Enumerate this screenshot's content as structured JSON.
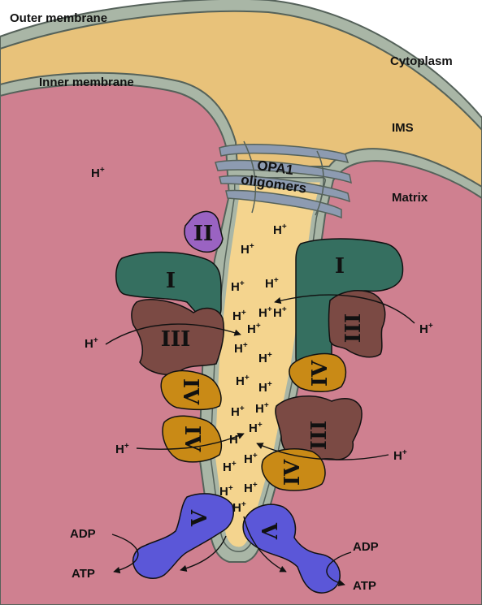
{
  "labels": {
    "outer_membrane": "Outer membrane",
    "inner_membrane": "Inner membrane",
    "cytoplasm": "Cytoplasm",
    "ims": "IMS",
    "matrix": "Matrix",
    "opa1_line1": "OPA1",
    "opa1_line2": "oligomers",
    "adp": "ADP",
    "atp": "ATP",
    "proton": "H",
    "proton_charge": "+"
  },
  "complexes": {
    "complex_1": "I",
    "complex_2": "II",
    "complex_3": "III",
    "complex_4": "IV",
    "complex_5": "V"
  },
  "colors": {
    "cytoplasm": "#ffffff",
    "ims": "#e8c27a",
    "matrix": "#cf8090",
    "membrane": "#a9b6a6",
    "membrane_edge": "#55625a",
    "crista_lumen": "#f4d48e",
    "opa1": "#8d9bb1",
    "complex_1": "#356f60",
    "complex_2": "#9a63c2",
    "complex_3": "#7b4a44",
    "complex_4": "#c98a16",
    "complex_5": "#5b57d8"
  }
}
